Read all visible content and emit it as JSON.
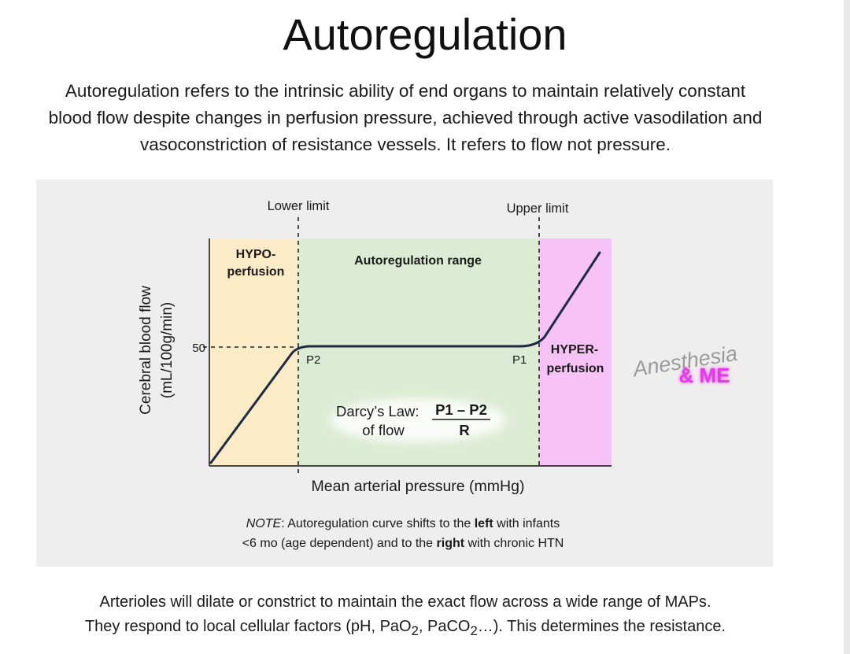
{
  "title": "Autoregulation",
  "intro": {
    "line1": "Autoregulation refers to the intrinsic ability of end organs to maintain relatively constant",
    "line2": "blood flow despite changes in perfusion pressure, achieved through active vasodilation and",
    "line3": "vasoconstriction of resistance vessels. It refers to flow not pressure."
  },
  "diagram": {
    "ylabel_line1": "Cerebral blood flow",
    "ylabel_line2": "(mL/100g/min)",
    "xlabel": "Mean arterial pressure (mmHg)",
    "y_tick": "50",
    "lower_limit": "Lower limit",
    "upper_limit": "Upper limit",
    "hypo_line1": "HYPO-",
    "hypo_line2": "perfusion",
    "auto_range": "Autoregulation range",
    "hyper_line1": "HYPER-",
    "hyper_line2": "perfusion",
    "p2": "P2",
    "p1": "P1",
    "darcy_line1": "Darcy’s Law:",
    "darcy_line2": "of flow",
    "darcy_numerator": "P1 – P2",
    "darcy_denominator": "R",
    "note_label": "NOTE",
    "note_part1": ": Autoregulation curve shifts to the ",
    "note_left": "left",
    "note_part2": " with infants",
    "note_line2_part1": "<6 mo (age dependent) and to the ",
    "note_right": "right",
    "note_line2_part2": " with chronic HTN",
    "colors": {
      "hypo_zone": "#fbebc6",
      "auto_zone": "#dcebd3",
      "hyper_zone": "#f7c3f7",
      "curve": "#1f2a44"
    }
  },
  "watermark": {
    "script": "Anesthesia",
    "brand": "& ME",
    "color": "#e53be6"
  },
  "outro": {
    "line1": "Arterioles will dilate or constrict to maintain the exact flow across a wide range of MAPs.",
    "line2_a": "They respond to local cellular factors (pH, PaO",
    "sub1": "2",
    "line2_b": ", PaCO",
    "sub2": "2",
    "line2_c": "…). This determines the resistance."
  }
}
